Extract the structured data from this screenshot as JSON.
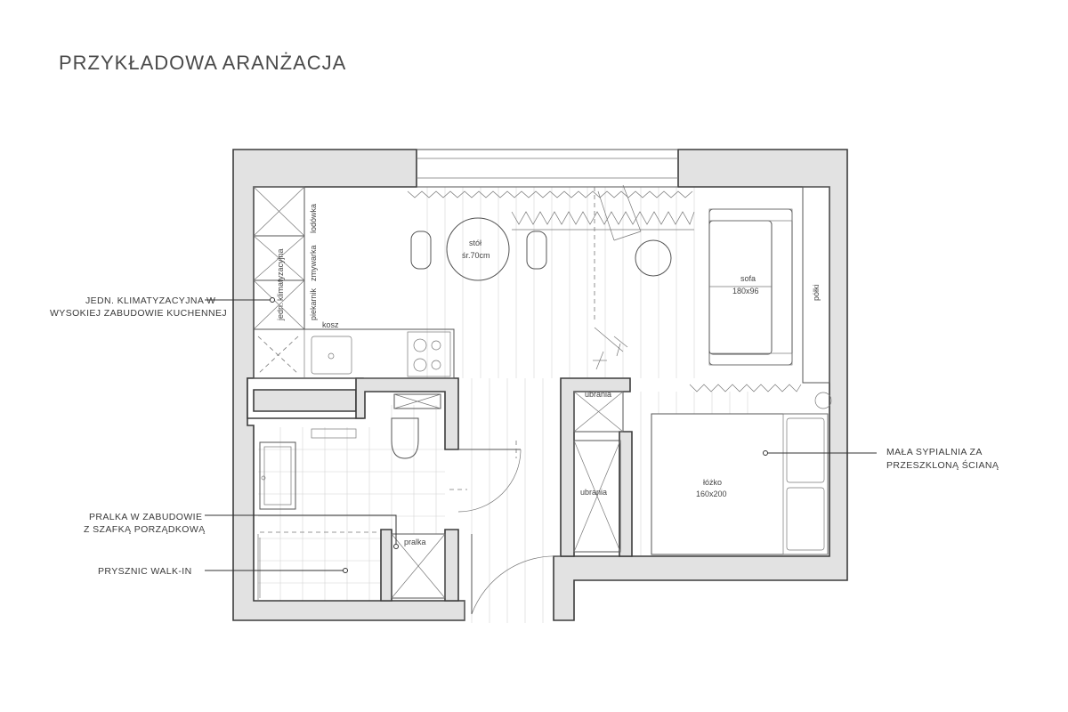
{
  "title": "PRZYKŁADOWA ARANŻACJA",
  "rooms": {
    "table_label": "stół",
    "table_size": "śr.70cm",
    "sofa_label": "sofa",
    "sofa_size": "180x96",
    "shelves_label": "półki",
    "bed_label": "łóżko",
    "bed_size": "160x200",
    "wardrobe_top": "ubrania",
    "wardrobe_bottom": "ubrania",
    "washer_label": "pralka"
  },
  "kitchen": {
    "fridge": "lodówka",
    "dishwasher": "zmywarka",
    "oven": "piekarnik",
    "ac_unit": "jedn. klimatyzacyjna",
    "bin": "kosz"
  },
  "callouts": {
    "ac_line1": "JEDN. KLIMATYZACYJNA W",
    "ac_line2": "WYSOKIEJ ZABUDOWIE KUCHENNEJ",
    "washer_line1": "PRALKA W ZABUDOWIE",
    "washer_line2": "Z SZAFKĄ PORZĄDKOWĄ",
    "shower": "PRYSZNIC WALK-IN",
    "bedroom_line1": "MAŁA SYPIALNIA ZA",
    "bedroom_line2": "PRZESZKLONĄ ŚCIANĄ"
  }
}
